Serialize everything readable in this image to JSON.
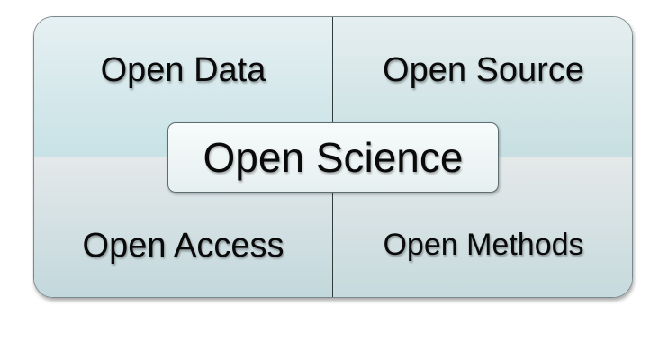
{
  "diagram": {
    "top_left": "Open Data",
    "top_right": "Open Source",
    "bottom_left": "Open Access",
    "bottom_right": "Open Methods",
    "center": "Open Science"
  },
  "colors": {
    "quadrant_fill_light": "#e6f0f2",
    "quadrant_fill_dark": "#c8e2e6",
    "divider": "#2f3a3c",
    "text": "#0a0a0a"
  }
}
